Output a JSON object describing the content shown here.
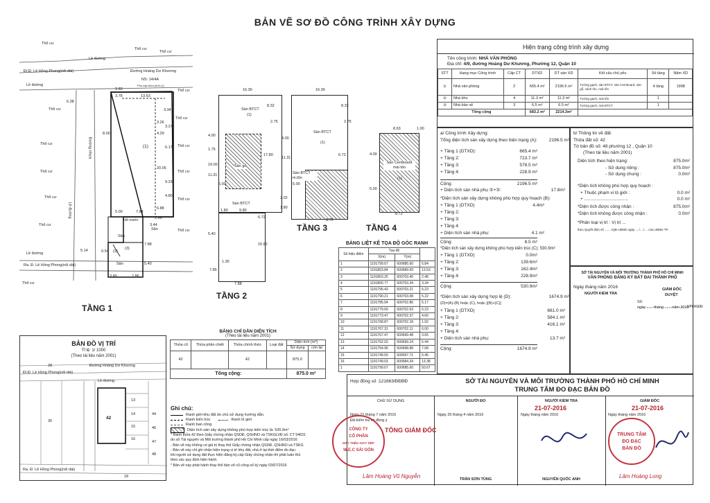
{
  "title": "BẢN VẼ SƠ ĐỒ CÔNG TRÌNH XÂY DỰNG",
  "site_plan": {
    "labels": [
      "Thổ cư",
      "Thổ cư",
      "Thổ cư",
      "Thổ cư",
      "Thổ cư",
      "Thổ cư",
      "Thổ cư",
      "Thổ cư",
      "Thổ cư",
      "Thổ cư",
      "Thổ cư",
      "Thổ cư",
      "Thổ cư",
      "Thổ cư",
      "Thổ cư"
    ],
    "road1": "Lề đường",
    "road2": "Lề đường",
    "road3": "Lề đường",
    "road4": "Lề đường",
    "street1": "Đ/.Đ. Lê Hồng Phong(nối dài)",
    "street2": "Đường Hoàng Dư Khương",
    "street3": "Đường nhựa",
    "street4": "Ra. Đ. Lê Hồng Phong(nối dài)",
    "house_no": "NS: 14/4A",
    "note_small": "Phụ cấp thờu phối (1)",
    "parts": [
      "(1)",
      "Sân",
      "Hồ nước",
      "(2)",
      "(3)",
      "Sân",
      "Sân"
    ],
    "dims": [
      "2.83",
      "3.78",
      "13.53",
      "3.34",
      "3.26",
      "3.27",
      "4.29",
      "6.17",
      "20.05",
      "9.23",
      "4.80",
      "5.00",
      "7.84",
      "6.88",
      "2.66",
      "3.44",
      "0.54",
      "7.88",
      "5.40",
      "3.80",
      "7.86",
      "5.14",
      "6.38",
      "8.00"
    ],
    "caption": "TẦNG 1"
  },
  "floor2": {
    "caption": "TẦNG 2",
    "labels": [
      "Sàn BTCT",
      "(1)",
      "Sân gỗ",
      "Sàn BTCT"
    ],
    "dims": [
      "16.36",
      "8.32",
      "2.75",
      "4.00",
      "1.75",
      "17.80",
      "19.00",
      "5.00",
      "11.31",
      "1.80",
      "9.80",
      "6.72",
      "15.62",
      "5.40",
      "1.30",
      "7.85",
      "7.88"
    ]
  },
  "floor3": {
    "caption": "TẦNG 3",
    "labels": [
      "Sàn BTCT",
      "(1)",
      "Sàn BTCT m.tôn"
    ],
    "dims": [
      "16.36",
      "8.32",
      "2.75",
      "4.00",
      "6.72",
      "5.00",
      "11.31",
      "2.02",
      "8.72",
      "1.80"
    ]
  },
  "floor4": {
    "caption": "TẦNG 4",
    "labels": [
      "Sàn Cemboard mái tôn",
      "(1)"
    ],
    "dims": [
      "8.63",
      "1.00",
      "4.00",
      "5.00",
      "8.72"
    ]
  },
  "coords": {
    "title": "BẢNG LIỆT KÊ TỌA ĐỘ GÓC RANH",
    "headers": [
      "Số hiệu điểm",
      "Tọa độ",
      "X(m)",
      "Y(m)",
      ""
    ],
    "rows": [
      [
        "1",
        "1191799.67",
        "600685.60",
        "5.84"
      ],
      [
        "2",
        "1191803.84",
        "600689.69",
        "13.53"
      ],
      [
        "3",
        "1191803.25",
        "600703.40",
        "2.48"
      ],
      [
        "4",
        "1191800.77",
        "600703.34",
        "3.34"
      ],
      [
        "5",
        "1191795.43",
        "600703.21",
        "5.23"
      ],
      [
        "6",
        "1191790.21",
        "600703.08",
        "5.22"
      ],
      [
        "7",
        "1191785.04",
        "600702.86",
        "5.17"
      ],
      [
        "8",
        "1191779.69",
        "600702.63",
        "6.23"
      ],
      [
        "9",
        "1191773.47",
        "600702.37",
        "4.60"
      ],
      [
        "10",
        "1191768.87",
        "600702.18",
        "1.92"
      ],
      [
        "11",
        "1191767.31",
        "600702.11",
        "6.00"
      ],
      [
        "12",
        "1191767.47",
        "600699.48",
        "3.65"
      ],
      [
        "13",
        "1191762.03",
        "600699.24",
        "5.44"
      ],
      [
        "14",
        "1191754.96",
        "600698.88",
        "7.08"
      ],
      [
        "15",
        "1191749.50",
        "600697.71",
        "6.46"
      ],
      [
        "16",
        "1191749.03",
        "600684.34",
        "13.38"
      ],
      [
        "1",
        "1191799.67",
        "600685.60",
        "50.67"
      ]
    ]
  },
  "area_table": {
    "title": "BẢNG CHỈ DẪN DIỆN TÍCH",
    "subtitle": "(Theo tài liệu năm 2001)",
    "headers": [
      "Thửa cũ",
      "Thửa phân chiết",
      "Thửa chính thức",
      "Loại đất",
      "Diện tích (m²)",
      "Sử dụng",
      "còn lại"
    ],
    "row": [
      "42",
      "",
      "42",
      "",
      "875.0",
      ""
    ],
    "total_label": "Tổng cộng:",
    "total_value": "875.0 m²"
  },
  "location_map": {
    "title": "BẢN ĐỒ VỊ TRÍ",
    "scale": "Tỉ lệ: 1/ 1000",
    "source": "(Theo tài liệu năm 2001)",
    "street1": "Đường Hoàng Dư Khương",
    "street2": "Đ/.Đ. Lê Hồng Phong(nối dài)",
    "street3": "Ra. Đ. Lê Hồng Phong(nối dài)",
    "road": "Lề đường",
    "lots": [
      "42",
      "13",
      "14",
      "15",
      "16",
      "18",
      "28",
      "30",
      "44",
      "46",
      "47",
      "48"
    ]
  },
  "notes": {
    "title": "Ghi chú:",
    "items": [
      "Ranh giới khu đất do chủ sử dụng hướng dẫn.",
      "Ranh kiến trúc",
      "Ranh lộ giới",
      "Ranh ban công",
      "Diện tích sàn xây dựng không phù hợp kiến trúc là: 530.9m²"
    ],
    "paragraphs": [
      "* Ranh thửa 42 theo Giấy chứng nhận QSDĐ, QSHNO và TSKGLVĐ số: CT 54631",
      "do sở Tài nguyên và Môi trường thành phố Hồ Chí Minh cấp ngày 16/03/2016",
      "- Bản vẽ này không có giá trị thay thế Giấy chứng nhận QSDĐ, QSHNO và TSKG",
      "- Bản vẽ này chỉ ghi nhận hiện trạng vị trí khu đất, nhà ở tại thời điểm đo đạc;",
      "khi người sử dụng đất thực hiện đăng ký,cấp Giấy chứng nhận thì phải tuân thủ",
      "theo các quy định hiện hành.",
      "* Bản vẽ này phát hành thay thế bản vẽ cũ công số ký ngày 03/07/2016"
    ]
  },
  "status": {
    "title": "Hiện trạng công trình xây dựng",
    "name_label": "Tên công trình:",
    "name_value": "NHÀ VĂN PHÒNG",
    "address_label": "Địa chỉ:",
    "address_value": "4/9, đường Hoàng Dư Khương, Phường 12, Quận 10",
    "headers": [
      "STT",
      "Hạng mục Công trình",
      "Cấp CT",
      "DTXD",
      "DT sàn XD",
      "Kết cấu chủ yếu",
      "Số tầng",
      "Năm XD"
    ],
    "rows": [
      [
        "①",
        "Nhà văn phòng",
        "2",
        "665.4 m²",
        "2196.5 m²",
        "Tường gạch, sàn BTCT, sàn Cemboard, sàn gỗ, vách tôn, mái tôn",
        "4 tầng",
        "1998"
      ],
      [
        "②",
        "Nhà kho",
        "4",
        "11.3 m²",
        "11.3 m²",
        "Tường gạch, mái tôn",
        "1",
        ""
      ],
      [
        "③",
        "Nhà bảo vệ",
        "3",
        "6.5 m²",
        "6.5 m²",
        "Tường gạch, mái BTCT",
        "1",
        ""
      ]
    ],
    "total_label": "Tổng cộng",
    "total_dtxd": "683.2 m²",
    "total_san": "2214.3m²"
  },
  "build": {
    "heading": "a/ Công trình Xây dựng:",
    "total_line": "Tổng diện tích sàn xây dựng theo hiện trạng (A):",
    "total_value": "2196.5 m²",
    "floors": [
      [
        "+ Tầng 1 (DTXD):",
        "665.4 m²"
      ],
      [
        "+ Tầng 2:",
        "723.7 m²"
      ],
      [
        "+ Tầng 3:",
        "578.5 m²"
      ],
      [
        "+ Tầng 4:",
        "228.9 m²"
      ]
    ],
    "sum_label": "Cộng:",
    "sum_value": "2196.5 m²",
    "annex_label": "+ Diện tích sàn nhà phụ ②+③:",
    "annex_value": "17.8m²",
    "b_heading": "*Diện tích sàn xây dựng không phù hợp quy hoạch (B):",
    "b_floors": [
      [
        "+ Tầng 1 (DTXD)",
        "4.4m²"
      ],
      [
        "+ Tầng 2:",
        ""
      ],
      [
        "+ Tầng 3:",
        ""
      ],
      [
        "+ Tầng 4:",
        ""
      ],
      [
        "+ Diện tích sàn nhà phụ:",
        "4.1 m²"
      ]
    ],
    "b_sum": [
      "Cộng:",
      "8.5 m²"
    ],
    "c_heading": "*Diện tích sàn xây dựng không phù hợp kiến trúc (C): 530.9m²",
    "c_floors": [
      [
        "+ Tầng 1 (DTXD)",
        "0.0m²"
      ],
      [
        "+ Tầng 2:",
        "139.6m²"
      ],
      [
        "+ Tầng 3:",
        "162.4m²"
      ],
      [
        "+ Tầng 4:",
        "228.9m²"
      ]
    ],
    "c_sum": [
      "Cộng:",
      "530.9m²"
    ],
    "d_heading": "*Diện tích sàn xây dựng hợp lệ (D):",
    "d_value": "1674.9 m²",
    "d_formula": "(D)=(A)-(B) hoặc (C), hoặc [(B)+(C)]",
    "d_floors": [
      [
        "+ Tầng 1 (DTXD)",
        "661.0 m²"
      ],
      [
        "+ Tầng 2:",
        "584.1 m²"
      ],
      [
        "+ Tầng 3:",
        "416.1 m²"
      ],
      [
        "+ Tầng 4:",
        ""
      ],
      [
        "+ Diện tích sàn nhà phụ:",
        "13.7 m²"
      ]
    ],
    "d_sum": [
      "Cộng:",
      "1674.9 m²"
    ]
  },
  "land": {
    "heading": "b/ Thông tin về đất:",
    "lot": "Thửa đất số:  42",
    "sheet": "Tờ bản đồ số: 48 phường  12 , Quận  10",
    "source": "(Theo tài liệu năm 2001)",
    "area_label": "Diện tích theo hiện trạng:",
    "area_value": "875.0m²",
    "private_label": "- Sử dụng riêng :",
    "private_value": "875.0m²",
    "shared_label": "- Sử dụng chung :",
    "shared_value": "0.0m²",
    "plan_heading": "*Diện tích không phù hợp quy hoạch :",
    "road_label": "+ Thuộc phạm vi lộ giới :",
    "road_value": "0.0 m²",
    "other_label": "+ ...................................",
    "other_value": "0.0 m²",
    "recognized_label": "*Diện tích được công nhận :",
    "recognized_value": "875.0m²",
    "notrec_label": "*Diện tích không được công nhận :",
    "notrec_value": "0.0m²",
    "zone_label": "*Phân loại vị trí : Vị trí ...",
    "zone_note": "theo Quyết định số ......../QĐ-UBND ngày ..../..../.... của UBND TP."
  },
  "dept": {
    "line1": "SỞ TÀI NGUYÊN VÀ MÔI TRƯỜNG THÀNH PHỐ HỒ CHÍ MINH",
    "line2": "VĂN PHÒNG ĐĂNG KÝ ĐẤT ĐAI THÀNH PHỐ",
    "date": "Ngày     tháng     năm 2016",
    "checker": "NGƯỜI KIỂM TRA",
    "director": "GIÁM ĐỐC",
    "approved": "DUYỆT",
    "number": "Số: ...............................................VPĐKĐĐ",
    "number_date": "ngày ...... tháng ...... năm 2016"
  },
  "footer": {
    "contract": "Hợp đồng số :121663/ĐĐBĐ",
    "org1": "SỞ TÀI NGUYÊN VÀ MÔI TRƯỜNG THÀNH PHỐ HỒ CHÍ MINH",
    "org2": "TRUNG TÂM ĐO ĐẠC BẢN ĐỒ",
    "owner": "CHỦ SỬ DỤNG",
    "surveyor": "NGƯỜI ĐO",
    "checker": "NGƯỜI KIỂM TRA",
    "director": "GIÁM ĐỐC",
    "owner_date": "Ngày 21 tháng 7 năm 2016",
    "owner_note": "Đã kiểm tra và đồng ý",
    "surveyor_date": "Ngày 20  tháng  4 năm 2016",
    "checker_date": "Ngày      tháng      năm 2016",
    "director_date": "Ngày      tháng      năm 2016",
    "stamp_date1": "21-07-2016",
    "stamp_date2": "21-07-2016",
    "owner_title": "TỔNG GIÁM ĐỐC",
    "owner_name": "Lâm Hoàng Vũ Nguyễn",
    "surveyor_name": "TRẦN SƠN TÙNG",
    "checker_name": "NGUYỄN QUỐC ANH",
    "director_name": "Lâm Hoàng Long",
    "company_stamp": [
      "CÔNG TY",
      "CỔ PHẦN",
      "MAY THÊU GIÀY DÉP",
      "W.E.C SÀI GÒN"
    ],
    "center_stamp": [
      "TRUNG TÂM",
      "ĐO ĐẠC",
      "BẢN ĐỒ"
    ]
  }
}
